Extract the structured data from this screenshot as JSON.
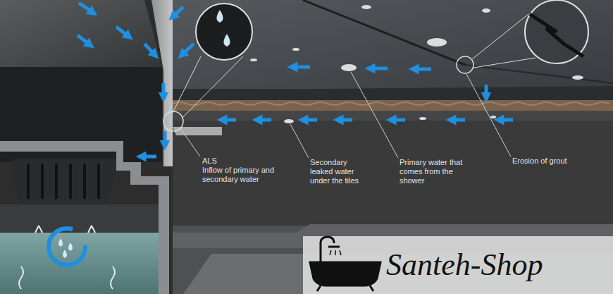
{
  "diagram": {
    "labels": [
      "ALS",
      "Inflow of primary and secondary water",
      "Secondary leaked water under the tiles",
      "Primary water that comes from the shower",
      "Erosion of grout",
      "Santeh-Shop"
    ]
  }
}
